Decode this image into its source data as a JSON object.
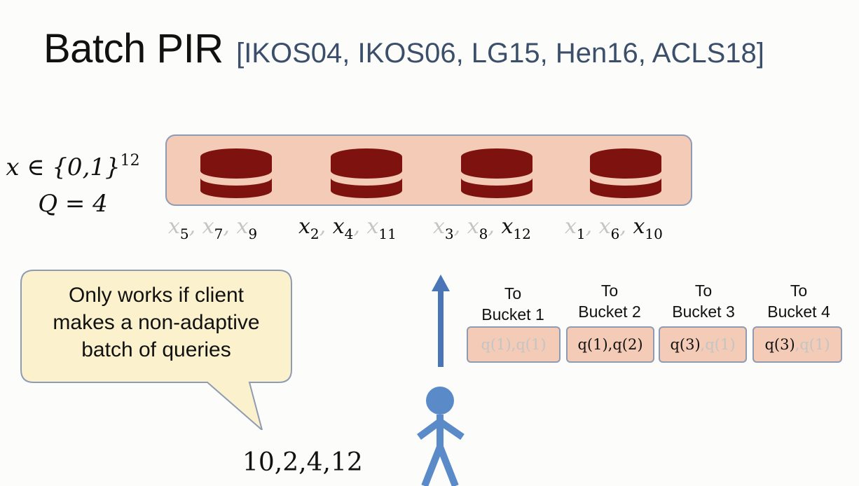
{
  "title": {
    "main": "Batch PIR",
    "citations": "[IKOS04, IKOS06, LG15, Hen16, ACLS18]"
  },
  "params": {
    "x_prefix": "x ∈ {0,1}",
    "x_exponent": "12",
    "q_line": "Q = 4"
  },
  "server": {
    "databases": [
      "database-1",
      "database-2",
      "database-3",
      "database-4"
    ],
    "database_color": "#7d120e",
    "box_color": "#f3cbb6"
  },
  "bucket_contents": [
    {
      "items": [
        {
          "var": "x",
          "sub": "5",
          "sep": ", ",
          "requested": false
        },
        {
          "var": "x",
          "sub": "7",
          "sep": ", ",
          "requested": false
        },
        {
          "var": "x",
          "sub": "9",
          "sep": "",
          "requested": false
        }
      ]
    },
    {
      "items": [
        {
          "var": "x",
          "sub": "2",
          "sep": ", ",
          "requested": true
        },
        {
          "var": "x",
          "sub": "4",
          "sep": ", ",
          "requested": true
        },
        {
          "var": "x",
          "sub": "11",
          "sep": "",
          "requested": false
        }
      ]
    },
    {
      "items": [
        {
          "var": "x",
          "sub": "3",
          "sep": ", ",
          "requested": false
        },
        {
          "var": "x",
          "sub": "8",
          "sep": ", ",
          "requested": false
        },
        {
          "var": "x",
          "sub": "12",
          "sep": "",
          "requested": true
        }
      ]
    },
    {
      "items": [
        {
          "var": "x",
          "sub": "1",
          "sep": ", ",
          "requested": false
        },
        {
          "var": "x",
          "sub": "6",
          "sep": ", ",
          "requested": false
        },
        {
          "var": "x",
          "sub": "10",
          "sep": "",
          "requested": true
        }
      ]
    }
  ],
  "callout": {
    "line1": "Only works if client",
    "line2": "makes a non-adaptive",
    "line3": "batch of queries",
    "fill_color": "#fbf2cd"
  },
  "client": {
    "query_sequence": "10,2,4,12",
    "arrow_color": "#4a76b8",
    "person_color": "#5b8ac8"
  },
  "buckets": [
    {
      "label_line1": "To",
      "label_line2": "Bucket 1",
      "queries": [
        {
          "text": "q(1)",
          "sep": ", ",
          "real": false
        },
        {
          "text": "q(1)",
          "sep": "",
          "real": false
        }
      ]
    },
    {
      "label_line1": "To",
      "label_line2": "Bucket 2",
      "queries": [
        {
          "text": "q(1)",
          "sep": ", ",
          "real": true
        },
        {
          "text": "q(2)",
          "sep": "",
          "real": true
        }
      ]
    },
    {
      "label_line1": "To",
      "label_line2": "Bucket 3",
      "queries": [
        {
          "text": "q(3)",
          "sep": ", ",
          "real": true
        },
        {
          "text": "q(1)",
          "sep": "",
          "real": false
        }
      ]
    },
    {
      "label_line1": "To",
      "label_line2": "Bucket 4",
      "queries": [
        {
          "text": "q(3)",
          "sep": ", ",
          "real": true
        },
        {
          "text": "q(1)",
          "sep": "",
          "real": false
        }
      ]
    }
  ]
}
